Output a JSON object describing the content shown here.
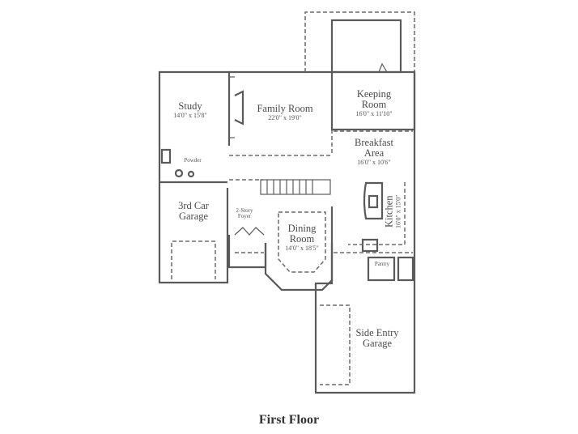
{
  "plan": {
    "title": "First Floor",
    "rooms": [
      {
        "id": "study",
        "name": "Study",
        "dimensions": "14'0\" x 15'8\""
      },
      {
        "id": "family-room",
        "name": "Family Room",
        "dimensions": "22'0\" x 19'0\""
      },
      {
        "id": "keeping-room",
        "name": "Keeping Room",
        "name_lines": [
          "Keeping",
          "Room"
        ],
        "dimensions": "16'0\" x 11'10\""
      },
      {
        "id": "breakfast-area",
        "name": "Breakfast Area",
        "name_lines": [
          "Breakfast",
          "Area"
        ],
        "dimensions": "16'0\" x 10'6\""
      },
      {
        "id": "powder",
        "name": "Powder"
      },
      {
        "id": "third-car-garage",
        "name": "3rd Car Garage",
        "name_lines": [
          "3rd Car",
          "Garage"
        ]
      },
      {
        "id": "foyer",
        "name": "2-Story Foyer",
        "name_lines": [
          "2-Story",
          "Foyer"
        ]
      },
      {
        "id": "dining-room",
        "name": "Dining Room",
        "name_lines": [
          "Dining",
          "Room"
        ],
        "dimensions": "14'0\" x 18'5\""
      },
      {
        "id": "kitchen",
        "name": "Kitchen",
        "dimensions": "16'0\" x 15'0\""
      },
      {
        "id": "pantry",
        "name": "Pantry"
      },
      {
        "id": "side-entry-garage",
        "name": "Side Entry Garage",
        "name_lines": [
          "Side Entry",
          "Garage"
        ]
      }
    ],
    "colors": {
      "wall": "#5a5a5a",
      "dash": "#6a6a6a",
      "text": "#4a4a4a",
      "background": "#ffffff"
    }
  }
}
